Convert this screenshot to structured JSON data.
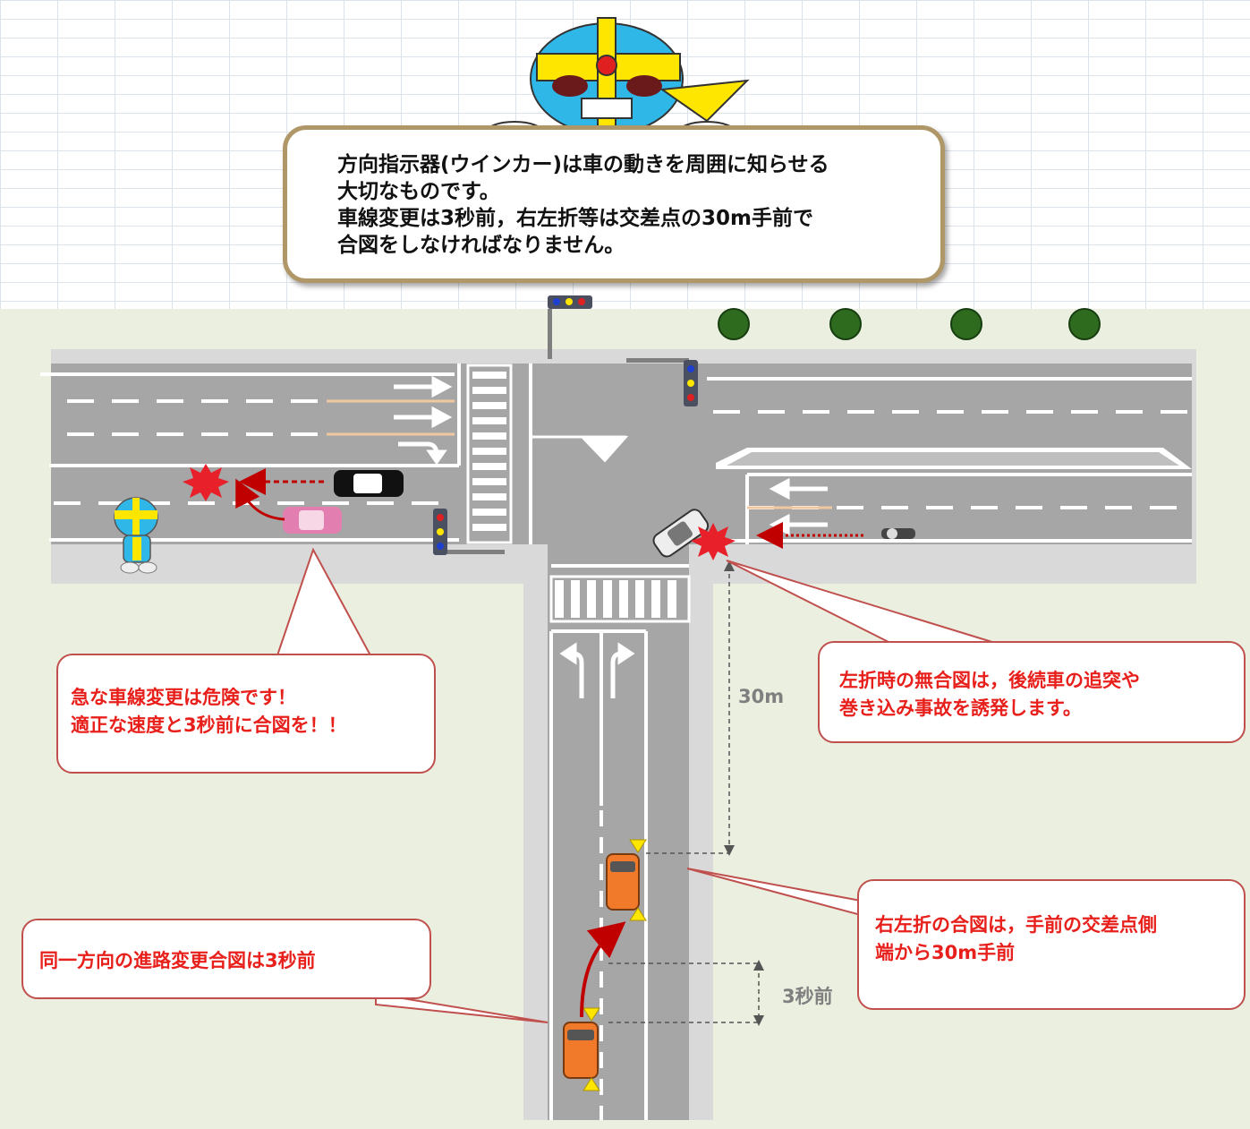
{
  "intro": {
    "lines": [
      "方向指示器(ウインカー)は車の動きを周囲に知らせる",
      "大切なものです。",
      "車線変更は3秒前，右左折等は交差点の30m手前で",
      "合図をしなければなりません。"
    ]
  },
  "callouts": {
    "lane_change": {
      "lines": [
        "急な車線変更は危険です！",
        "適正な速度と3秒前に合図を！！"
      ]
    },
    "left_turn": {
      "lines": [
        "左折時の無合図は，後続車の追突や",
        "巻き込み事故を誘発します。"
      ]
    },
    "turn_signal": {
      "lines": [
        "右左折の合図は，手前の交差点側",
        "端から30m手前"
      ]
    },
    "same_direction": {
      "lines": [
        "同一方向の進路変更合図は3秒前"
      ]
    }
  },
  "dimensions": {
    "distance_30m": "30m",
    "three_seconds": "3秒前"
  },
  "colors": {
    "road": "#a6a6a6",
    "sidewalk": "#d9d9d9",
    "ground": "#eaefdf",
    "callout_text": "#e8201c",
    "callout_border": "#c0504d",
    "car_orange": "#f07a2a",
    "signal_yellow": "#ffe600",
    "crash_red": "#e8202a"
  }
}
